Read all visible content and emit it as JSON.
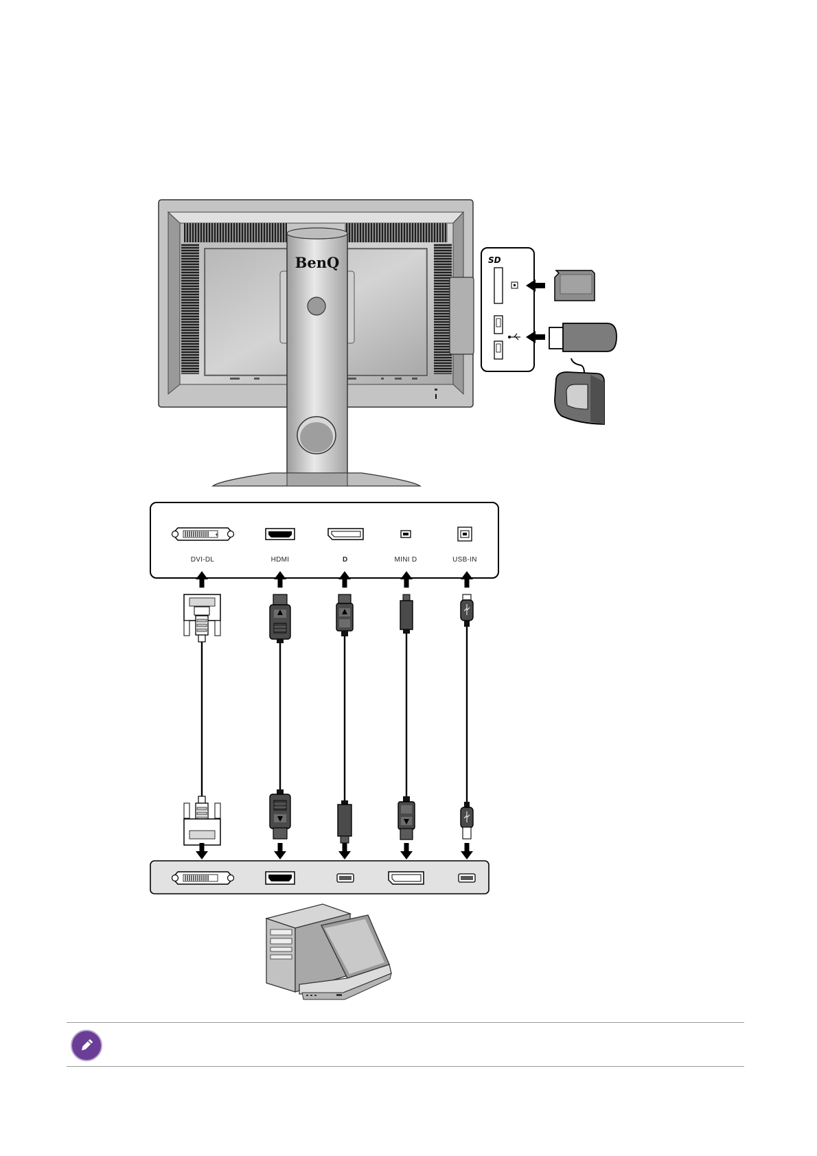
{
  "monitor": {
    "brand": "BenQ"
  },
  "ports": {
    "dvi": "DVI-DL",
    "hdmi": "HDMI",
    "dp": "D",
    "minidp": "MINI D",
    "usbin": "USB-IN"
  },
  "side_panel": {
    "sd_logo": "SD"
  },
  "icons": {
    "note": "pencil-icon",
    "usb": "usb-icon",
    "arrow": "arrow-icon"
  },
  "colors": {
    "note_icon_fill": "#6a3d97",
    "monitor_body": "#c9c9c9",
    "cable": "#111111"
  }
}
